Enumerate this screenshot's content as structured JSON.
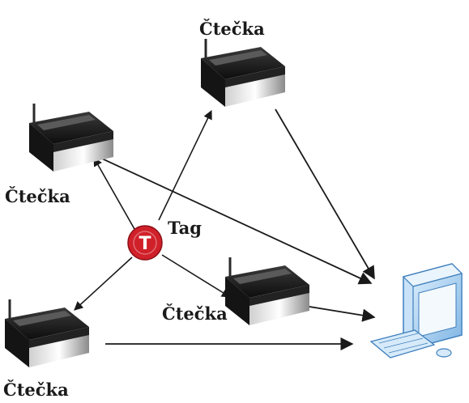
{
  "diagram": {
    "reader_label": "Čtečka",
    "tag_label": "Tag",
    "tag_badge": "T",
    "colors": {
      "tag": "#d0202a",
      "arrow": "#1a1a1a",
      "reader_body": "#1c1c1c",
      "monitor": "#9fc9ee",
      "monitor_stroke": "#3f7fbd"
    },
    "nodes": [
      {
        "id": "reader-top",
        "kind": "reader",
        "label": "Čtečka"
      },
      {
        "id": "reader-left",
        "kind": "reader",
        "label": "Čtečka"
      },
      {
        "id": "reader-middle",
        "kind": "reader",
        "label": "Čtečka"
      },
      {
        "id": "reader-bottom",
        "kind": "reader",
        "label": "Čtečka"
      },
      {
        "id": "tag",
        "kind": "tag",
        "label": "Tag"
      },
      {
        "id": "computer",
        "kind": "computer"
      }
    ]
  }
}
